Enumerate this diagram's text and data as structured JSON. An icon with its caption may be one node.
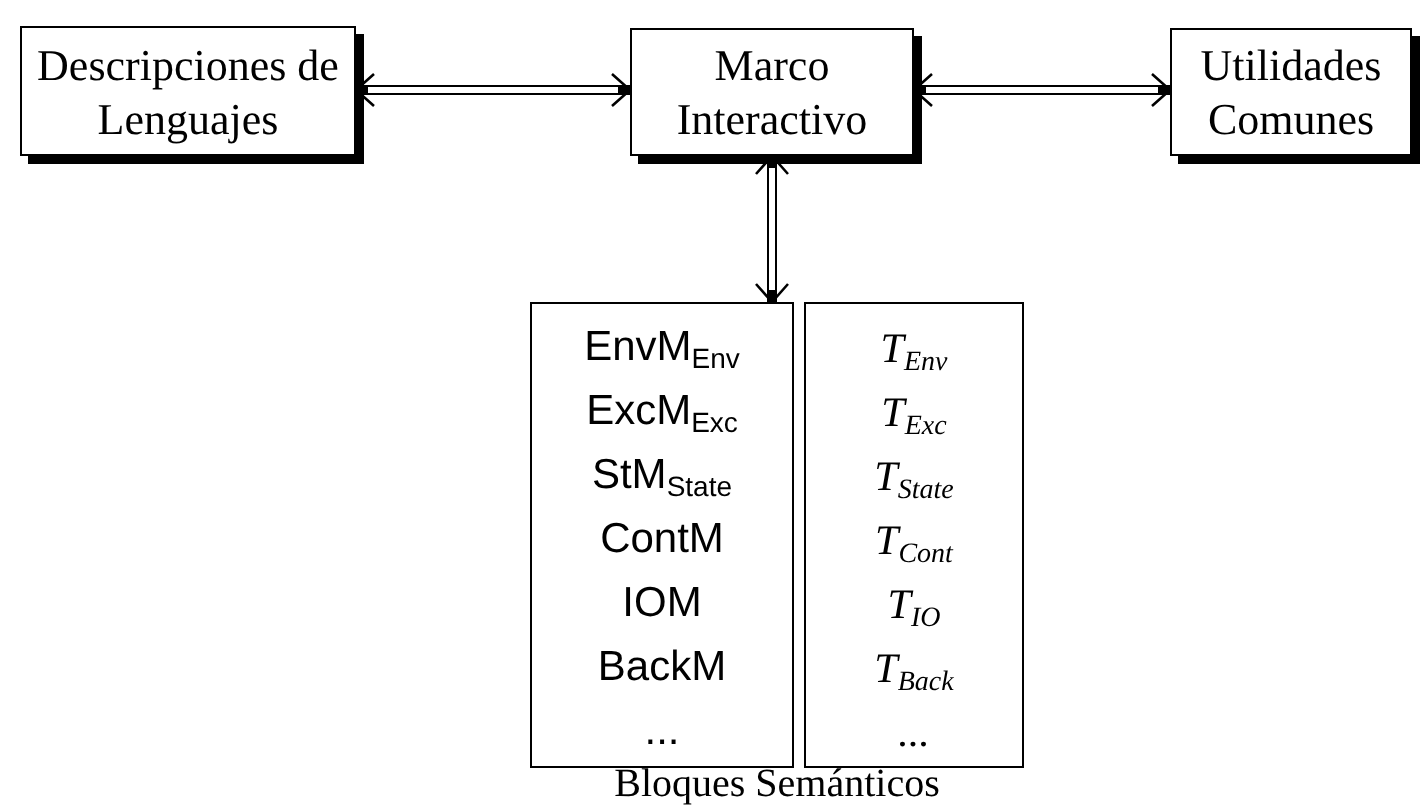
{
  "diagram": {
    "nodes": [
      {
        "text": [
          "Descripciones de Lenguajes"
        ]
      },
      {
        "text": [
          "Marco Interactivo"
        ]
      },
      {
        "text": [
          "Utilidades Comunes"
        ]
      },
      {
        "text": [
          "EnvM$_{Env}$",
          "ExcM$_{Exc}$",
          "StM$_{State}$",
          "ContM",
          "IOM",
          "BackM",
          "..."
        ]
      },
      {
        "text": [
          "T$_{Env}$",
          "T$_{Exc}$",
          "T$_{State}$",
          "T$_{Cont}$",
          "T$_{IO}$",
          "T$_{Back}$",
          "..."
        ]
      }
    ],
    "edges": [
      {
        "from": 0,
        "to": 1,
        "arrow": "both"
      },
      {
        "from": 1,
        "to": 2,
        "arrow": "both"
      },
      {
        "from": 1,
        "to": 3,
        "arrow": "both"
      }
    ],
    "labels": [
      "Bloques Semánticos"
    ]
  }
}
